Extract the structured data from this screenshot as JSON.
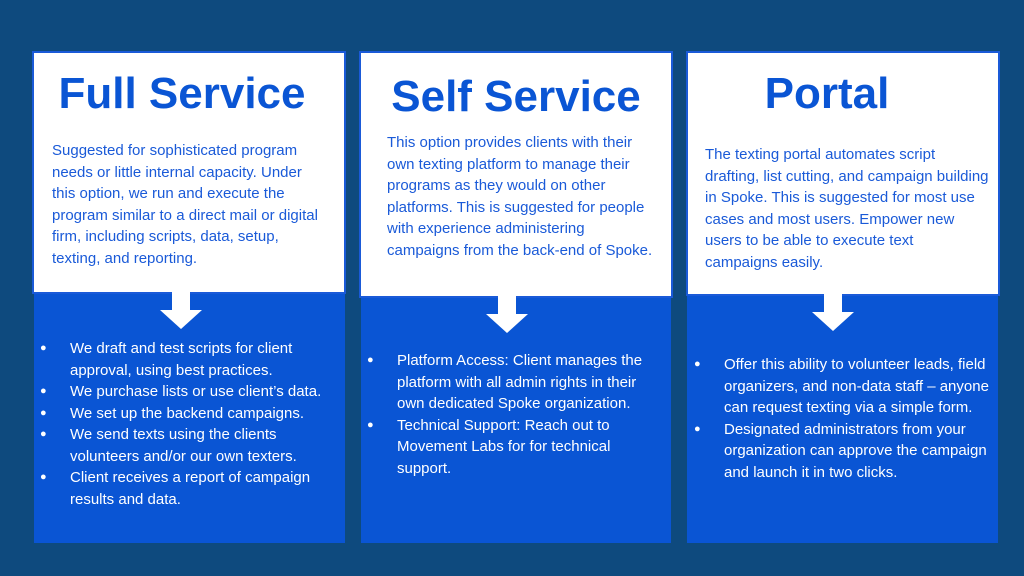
{
  "colors": {
    "background": "#0e4a7e",
    "panel_top": "#ffffff",
    "panel_bottom": "#0a55d4",
    "title_text": "#0a55d4"
  },
  "columns": [
    {
      "title": "Full Service",
      "description": "Suggested for sophisticated program needs or little internal capacity. Under this option, we run and execute the program similar to a direct mail or digital firm, including scripts, data, setup, texting, and reporting.",
      "bullets": [
        "We draft and test scripts for client approval, using best practices.",
        "We purchase lists or use client’s data.",
        "We set up the backend campaigns.",
        "We send texts using the clients volunteers and/or our own texters.",
        "Client receives a report of campaign results and data."
      ]
    },
    {
      "title": "Self Service",
      "description": "This option provides clients with their own texting platform to manage their programs as they would on other platforms. This is suggested for people with experience administering campaigns from the back-end of Spoke.",
      "bullets": [
        "Platform Access: Client manages the platform with all admin rights in their own dedicated Spoke organization.",
        "Technical Support: Reach out to Movement Labs for for technical support."
      ]
    },
    {
      "title": "Portal",
      "description": "The texting portal automates script drafting, list cutting, and campaign building in Spoke. This is suggested for most use cases and most users. Empower new users to be able to execute text campaigns easily.",
      "bullets": [
        "Offer this ability to volunteer leads, field organizers, and non-data staff – anyone can request texting via a simple form.",
        "Designated administrators from your organization can approve the campaign and launch it in two clicks."
      ]
    }
  ]
}
